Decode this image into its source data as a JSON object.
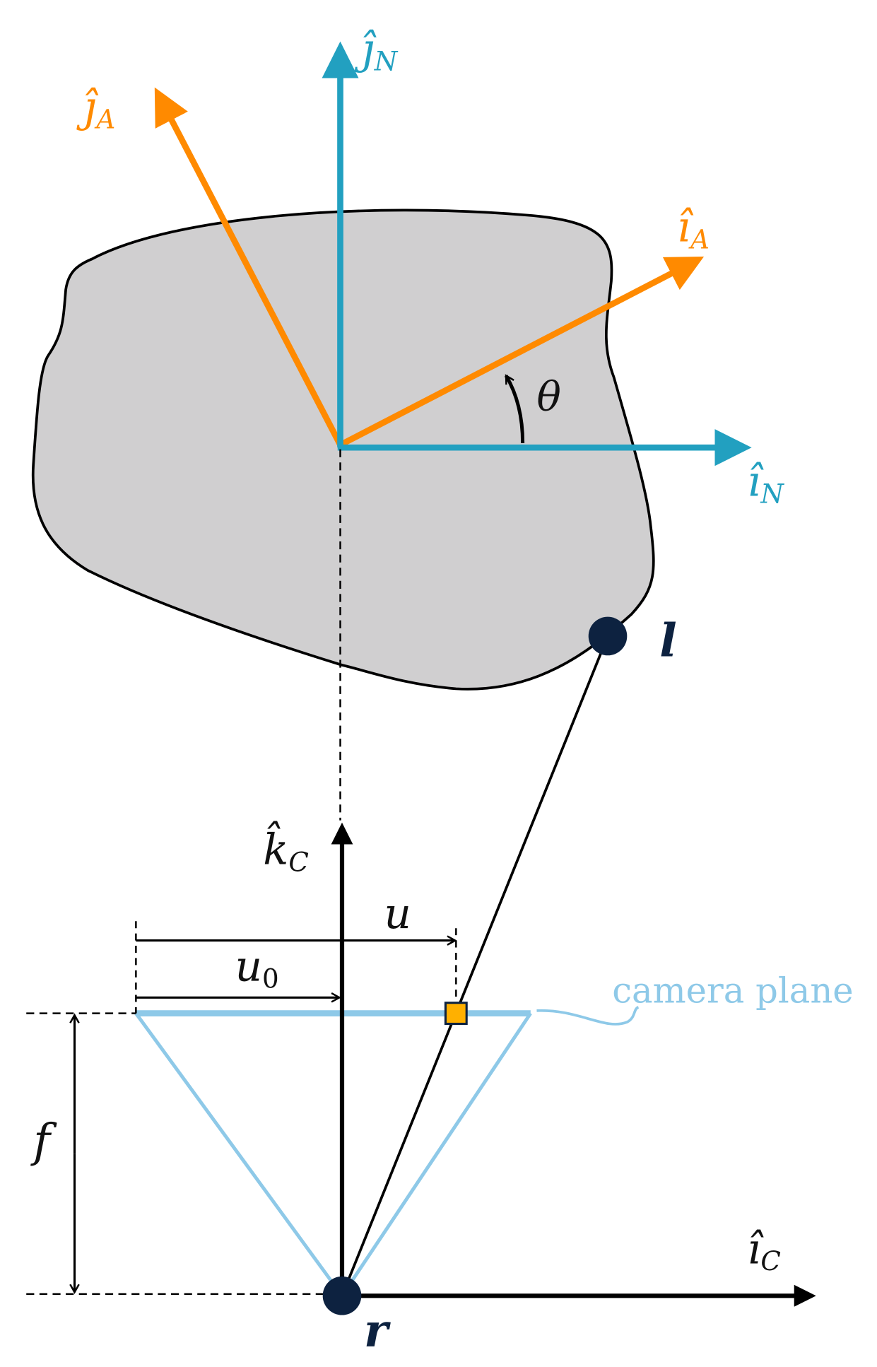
{
  "colors": {
    "inertial_frame": "#22A0C0",
    "asteroid_frame": "#FF8A00",
    "body_fill": "#D0CFD0",
    "camera_plane": "#8EC9E8",
    "point": "#0D2240",
    "pixel_marker": "#FFB000"
  },
  "labels": {
    "j_N": {
      "base": "ĵ",
      "sub": "N"
    },
    "j_A": {
      "base": "ĵ",
      "sub": "A"
    },
    "i_A": {
      "base": "î",
      "sub": "A"
    },
    "i_N": {
      "base": "î",
      "sub": "N"
    },
    "theta": "θ",
    "landmark": "l",
    "k_C": {
      "base": "k̂",
      "sub": "C"
    },
    "u": "u",
    "u0": {
      "base": "u",
      "sub": "0"
    },
    "camera_plane": "camera plane",
    "f": "f",
    "i_C": {
      "base": "î",
      "sub": "C"
    },
    "r": "r"
  }
}
